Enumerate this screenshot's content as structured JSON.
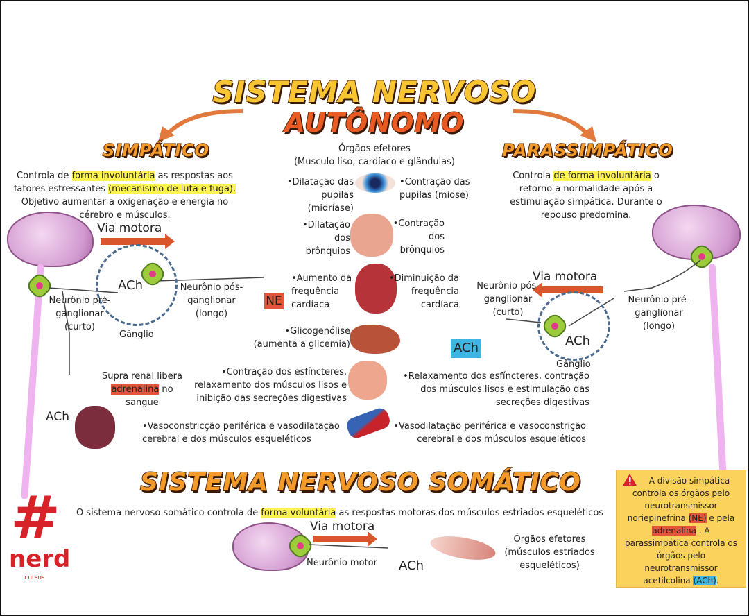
{
  "title": {
    "line1": "SISTEMA NERVOSO",
    "line2": "AUTÔNOMO"
  },
  "simpatico": {
    "heading": "SIMPÁTICO",
    "desc_pre": "Controla de ",
    "desc_hl1": "forma involuntária",
    "desc_mid": " as respostas aos fatores estressantes ",
    "desc_hl2": "(mecanismo de luta e fuga).",
    "desc_post": " Objetivo aumentar a oxigenação e energia no cérebro e músculos.",
    "via_motora": "Via motora",
    "ach": "ACh",
    "pre": "Neurônio pré-ganglionar (curto)",
    "pos": "Neurônio pós-ganglionar (longo)",
    "ganglio": "Gânglio",
    "ne": "NE",
    "supra_pre": "Supra renal libera ",
    "supra_hl": "adrenalina",
    "supra_post": " no sangue",
    "ach2": "ACh"
  },
  "parassimpatico": {
    "heading": "PARASSIMPÁTICO",
    "desc_pre": "Controla ",
    "desc_hl": "de forma involuntária",
    "desc_post": " o retorno a normalidade após a estimulação simpática. Durante o repouso predomina.",
    "via_motora": "Via motora",
    "pos": "Neurônio pós-ganglionar (curto)",
    "pre": "Neurônio pré-ganglionar (longo)",
    "ach": "ACh",
    "ach_box": "ACh",
    "ganglio": "Gânglio"
  },
  "efetores": {
    "heading": "Órgãos efetores",
    "sub": "(Musculo liso, cardíaco e glândulas)",
    "rows": [
      {
        "left": "•Dilatação das pupilas (midríase)",
        "right": "•Contração das pupilas (miose)",
        "organ": "eye"
      },
      {
        "left": "•Dilatação dos brônquios",
        "right": "•Contração dos brônquios",
        "organ": "lungs"
      },
      {
        "left": "•Aumento da frequência cardíaca",
        "right": "•Diminuição da frequência cardíaca",
        "organ": "heart"
      },
      {
        "left": "•Glicogenólise (aumenta a glicemia)",
        "right": "",
        "organ": "liver"
      },
      {
        "left": "•Contração dos esfíncteres, relaxamento dos músculos lisos e inibição das secreções digestivas",
        "right": "•Relaxamento dos esfíncteres, contração dos músculos lisos e estimulação das secreções digestivas",
        "organ": "stomach"
      },
      {
        "left": "•Vasoconstricção periférica e vasodilatação cerebral e dos músculos esqueléticos",
        "right": "•Vasodilatação periférica e vasoconstrição cerebral e dos músculos esqueléticos",
        "organ": "vessels"
      }
    ]
  },
  "somatico": {
    "heading": "SISTEMA NERVOSO SOMÁTICO",
    "desc_pre": "O sistema nervoso somático controla de ",
    "desc_hl": "forma voluntária",
    "desc_post": " as respostas motoras dos músculos estriados esqueléticos",
    "via_motora": "Via motora",
    "neuronio": "Neurônio motor",
    "ach": "ACh",
    "efetores": "Órgãos efetores (músculos estriados esqueléticos)"
  },
  "note": {
    "p1": "A divisão simpática controla os órgãos pelo neurotransmissor noriepinefrina ",
    "ne": "(NE)",
    "p2": " e pela ",
    "adr": "adrenalina",
    "p3": " . A parassimpática controla os órgãos pelo neurotransmissor acetilcolina ",
    "ach": "(ACh)",
    "p4": "."
  },
  "logo": {
    "text": "nerd",
    "sub": "cursos"
  },
  "colors": {
    "accent": "#d9552c",
    "highlight": "#fff44f",
    "note_bg": "#fbd25c"
  }
}
